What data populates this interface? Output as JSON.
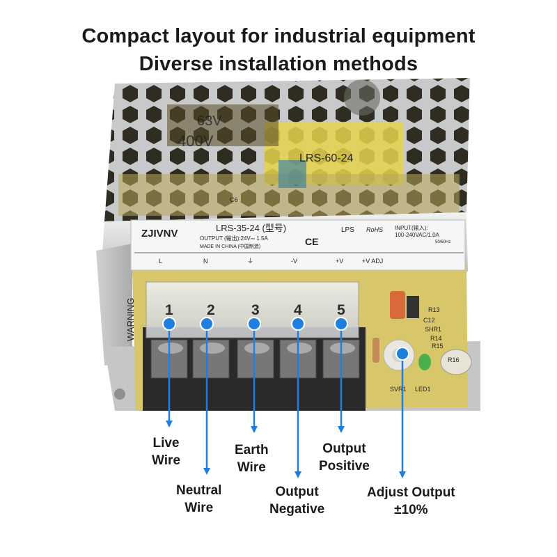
{
  "title": {
    "line1": "Compact layout for industrial equipment",
    "line2": "Diverse installation methods"
  },
  "product_label": {
    "brand": "ZJIVNV",
    "model": "LRS-35-24 (型号)",
    "output": "OUTPUT  (输出):24V⎓  1.5A",
    "made_in": "MADE IN CHINA  (中国制造)",
    "lps": "LPS",
    "rohs": "RoHS",
    "input": "INPUT(输入):",
    "input_range": "100-240VAC/1.0A",
    "frequency": "50/60Hz",
    "terminals": [
      "L",
      "N",
      "⏚",
      "-V",
      "+V",
      "+V ADJ"
    ]
  },
  "board_text": {
    "cap1": "63V",
    "cap2": "400V",
    "pcb_model": "LRS-60-24",
    "warning": "WARNING",
    "c6": "C6",
    "r13": "R13",
    "c12": "C12",
    "shr1": "SHR1",
    "r14": "R14",
    "r15": "R15",
    "r16": "R16",
    "svr1": "SVR1",
    "led1": "LED1"
  },
  "terminal_numbers": [
    "1",
    "2",
    "3",
    "4",
    "5"
  ],
  "callouts": [
    {
      "id": "live",
      "text": [
        "Live",
        "Wire"
      ]
    },
    {
      "id": "neutral",
      "text": [
        "Neutral",
        "Wire"
      ]
    },
    {
      "id": "earth",
      "text": [
        "Earth",
        "Wire"
      ]
    },
    {
      "id": "output-negative",
      "text": [
        "Output",
        "Negative"
      ]
    },
    {
      "id": "output-positive",
      "text": [
        "Output",
        "Positive"
      ]
    },
    {
      "id": "adjust-output",
      "text": [
        "Adjust Output",
        "±10%"
      ]
    }
  ],
  "colors": {
    "callout_blue": "#1e7fe0",
    "pcb": "#d8c66a",
    "case": "#c9cbcd",
    "terminal_block": "#2a2a2a"
  }
}
